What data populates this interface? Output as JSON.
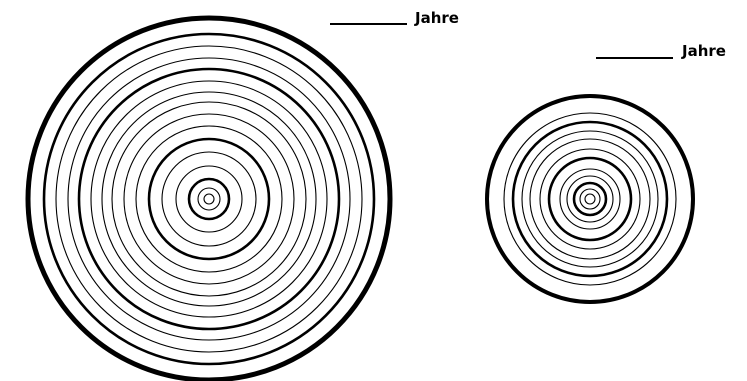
{
  "large_trunk": {
    "label": "Jahre",
    "ring_count": 16
  },
  "small_trunk": {
    "label": "Jahre",
    "ring_count": 12
  }
}
